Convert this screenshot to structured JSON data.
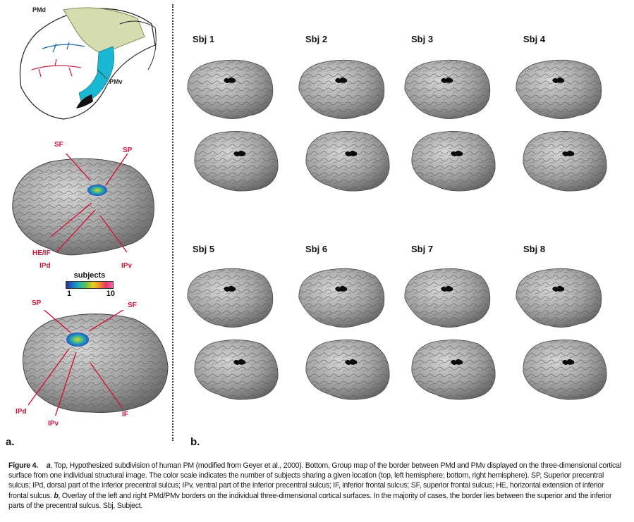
{
  "panel_a": {
    "letter": "a.",
    "sketch_labels": {
      "pmd": "PMd",
      "pmv": "PMv"
    },
    "top_brain_labels": {
      "sf": "SF",
      "sp": "SP",
      "he_if": "HE/IF",
      "ipd": "IPd",
      "ipv": "IPv"
    },
    "scale": {
      "title": "subjects",
      "min": "1",
      "max": "10"
    },
    "bottom_brain_labels": {
      "sp": "SP",
      "sf": "SF",
      "ipd": "IPd",
      "ipv": "IPv",
      "if": "IF"
    }
  },
  "panel_b": {
    "letter": "b.",
    "subjects": [
      "Sbj 1",
      "Sbj 2",
      "Sbj 3",
      "Sbj 4",
      "Sbj 5",
      "Sbj 6",
      "Sbj 7",
      "Sbj 8"
    ]
  },
  "caption": {
    "figure": "Figure 4.",
    "a_label": "a",
    "a_text": ", Top, Hypothesized subdivision of human PM (modified from Geyer et al., 2000). Bottom, Group map of the border between PMd and PMv displayed on the three-dimensional cortical surface from one individual structural image. The color scale indicates the number of subjects sharing a given location (top, left hemisphere; bottom, right hemisphere). SP, Superior precentral sulcus; IPd, dorsal part of the inferior precentral sulcus; IPv, ventral part of the inferior precentral sulcus; IF, inferior frontal sulcus; SF, superior frontal sulcus; HE, horizontal extension of inferior frontal sulcus.",
    "b_label": "b",
    "b_text": ", Overlay of the left and right PMd/PMv borders on the individual three-dimensional cortical surfaces. In the majority of cases, the border lies between the superior and the inferior parts of the precentral sulcus. Sbj, Subject."
  },
  "colors": {
    "label_red": "#d4143a",
    "pmd_fill": "#d4dcb0",
    "pmv_fill": "#19b7d2",
    "brain_gray": "#9a9a9a"
  }
}
